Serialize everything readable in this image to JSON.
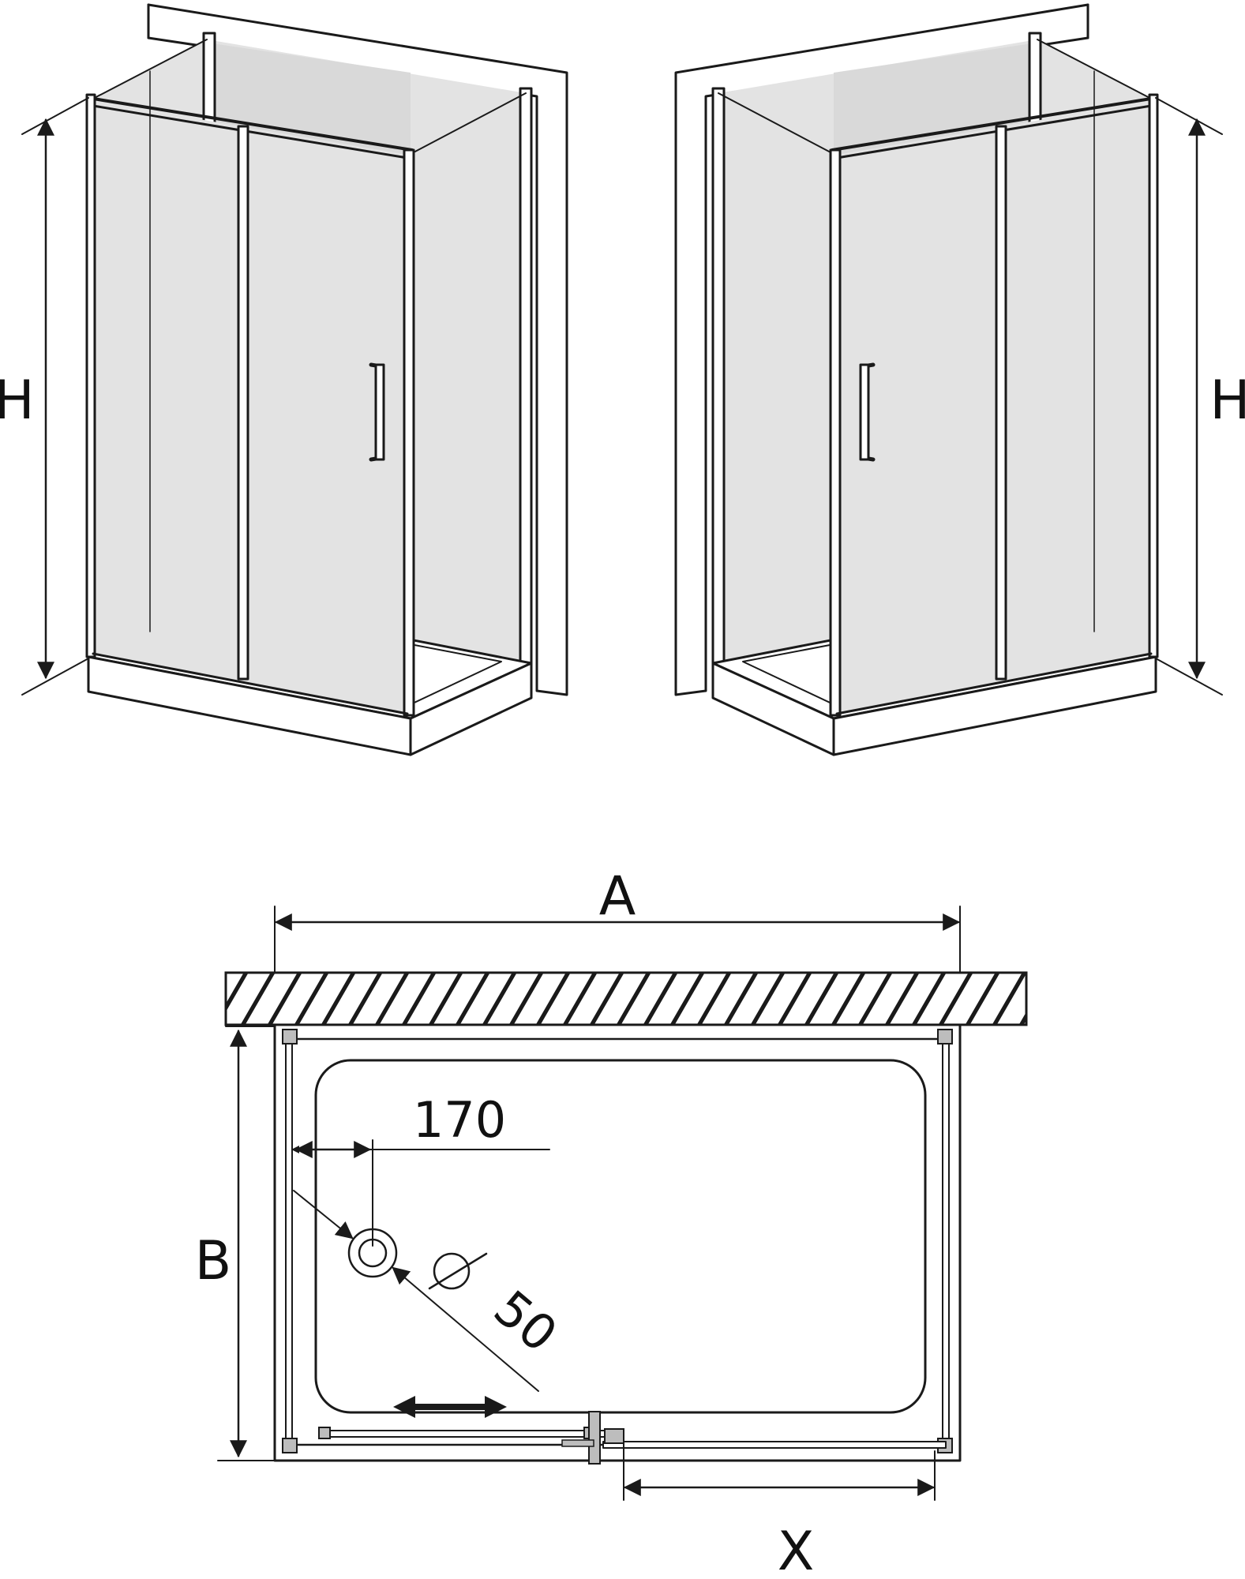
{
  "diagram": {
    "labels": {
      "height_left": "H",
      "height_right": "H",
      "width": "A",
      "depth": "B",
      "drain_offset": "170",
      "drain_diameter": "50",
      "door_offset": "X"
    },
    "colors": {
      "line": "#1a1a1a",
      "glass": "#e3e3e3",
      "background": "#ffffff"
    }
  }
}
